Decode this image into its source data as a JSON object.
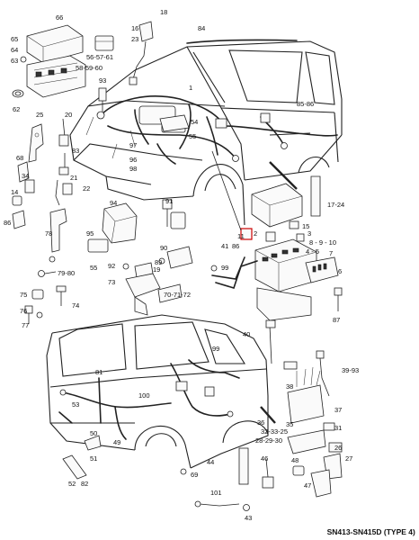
{
  "caption": "SN413-SN415D (TYPE 4)",
  "callouts": [
    {
      "id": "c66",
      "text": "66"
    },
    {
      "id": "c65",
      "text": "65"
    },
    {
      "id": "c64",
      "text": "64"
    },
    {
      "id": "c63",
      "text": "63"
    },
    {
      "id": "c18",
      "text": "18"
    },
    {
      "id": "c84",
      "text": "84"
    },
    {
      "id": "c16",
      "text": "16"
    },
    {
      "id": "c23",
      "text": "23"
    },
    {
      "id": "c56",
      "text": "56-57-61"
    },
    {
      "id": "c58",
      "text": "58-59-60"
    },
    {
      "id": "c93",
      "text": "93"
    },
    {
      "id": "c62",
      "text": "62"
    },
    {
      "id": "c1",
      "text": "1"
    },
    {
      "id": "c54",
      "text": "54"
    },
    {
      "id": "c55",
      "text": "55"
    },
    {
      "id": "c85",
      "text": "85-86"
    },
    {
      "id": "c25",
      "text": "25"
    },
    {
      "id": "c20",
      "text": "20"
    },
    {
      "id": "c83",
      "text": "83"
    },
    {
      "id": "c68",
      "text": "68"
    },
    {
      "id": "c21",
      "text": "21"
    },
    {
      "id": "c34",
      "text": "34"
    },
    {
      "id": "c97",
      "text": "97"
    },
    {
      "id": "c96",
      "text": "96"
    },
    {
      "id": "c98",
      "text": "98"
    },
    {
      "id": "c14",
      "text": "14"
    },
    {
      "id": "c22",
      "text": "22"
    },
    {
      "id": "c94",
      "text": "94"
    },
    {
      "id": "c95",
      "text": "95"
    },
    {
      "id": "c86",
      "text": "86"
    },
    {
      "id": "c91",
      "text": "91"
    },
    {
      "id": "c17",
      "text": "17-24"
    },
    {
      "id": "c15",
      "text": "15"
    },
    {
      "id": "c11",
      "text": "11"
    },
    {
      "id": "c2",
      "text": "2"
    },
    {
      "id": "c3",
      "text": "3"
    },
    {
      "id": "c41",
      "text": "41"
    },
    {
      "id": "c86b",
      "text": "86"
    },
    {
      "id": "c89",
      "text": "8 - 9 - 10"
    },
    {
      "id": "c45",
      "text": "4 - 5"
    },
    {
      "id": "c7",
      "text": "7"
    },
    {
      "id": "c6",
      "text": "6"
    },
    {
      "id": "c78",
      "text": "78"
    },
    {
      "id": "c90",
      "text": "90"
    },
    {
      "id": "c89b",
      "text": "89"
    },
    {
      "id": "c99",
      "text": "99"
    },
    {
      "id": "c79",
      "text": "79-80"
    },
    {
      "id": "c55b",
      "text": "55"
    },
    {
      "id": "c92",
      "text": "92"
    },
    {
      "id": "c19",
      "text": "19"
    },
    {
      "id": "c73",
      "text": "73"
    },
    {
      "id": "c75",
      "text": "75"
    },
    {
      "id": "c74",
      "text": "74"
    },
    {
      "id": "c76",
      "text": "76"
    },
    {
      "id": "c77",
      "text": "77"
    },
    {
      "id": "c70",
      "text": "70-71-72"
    },
    {
      "id": "c87",
      "text": "87"
    },
    {
      "id": "c40",
      "text": "40"
    },
    {
      "id": "c81",
      "text": "81"
    },
    {
      "id": "c53",
      "text": "53"
    },
    {
      "id": "c100",
      "text": "100"
    },
    {
      "id": "c99b",
      "text": "99"
    },
    {
      "id": "c39",
      "text": "39-93"
    },
    {
      "id": "c38",
      "text": "38"
    },
    {
      "id": "c37",
      "text": "37"
    },
    {
      "id": "c36",
      "text": "36"
    },
    {
      "id": "c35",
      "text": "35"
    },
    {
      "id": "c31",
      "text": "31"
    },
    {
      "id": "c32",
      "text": "32-33-25"
    },
    {
      "id": "c28",
      "text": "28-29-30"
    },
    {
      "id": "c26",
      "text": "26"
    },
    {
      "id": "c27",
      "text": "27"
    },
    {
      "id": "c49",
      "text": "49"
    },
    {
      "id": "c50",
      "text": "50"
    },
    {
      "id": "c51",
      "text": "51"
    },
    {
      "id": "c52",
      "text": "52"
    },
    {
      "id": "c82",
      "text": "82"
    },
    {
      "id": "c69",
      "text": "69"
    },
    {
      "id": "c44",
      "text": "44"
    },
    {
      "id": "c46",
      "text": "46"
    },
    {
      "id": "c48",
      "text": "48"
    },
    {
      "id": "c47",
      "text": "47"
    },
    {
      "id": "c101",
      "text": "101"
    },
    {
      "id": "c43",
      "text": "43"
    }
  ]
}
